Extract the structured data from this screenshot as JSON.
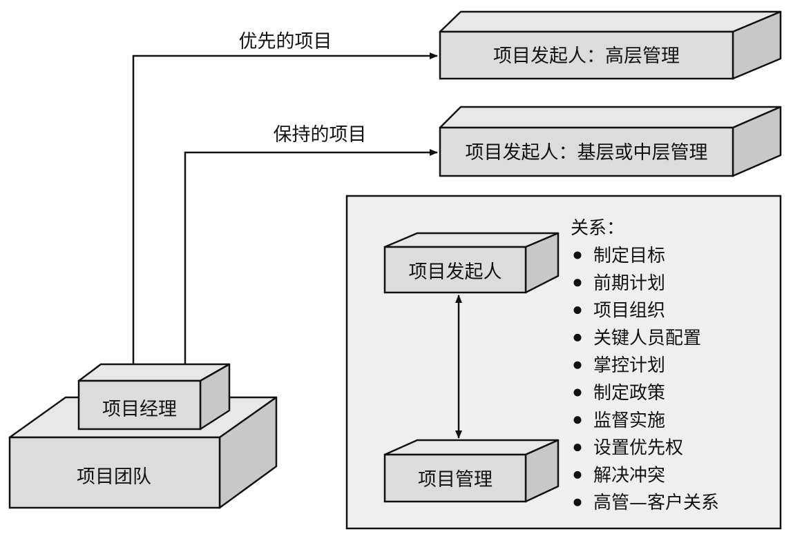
{
  "diagram": {
    "arrows": {
      "priority_label": "优先的项目",
      "maintenance_label": "保持的项目"
    },
    "boxes": {
      "sponsor_senior": "项目发起人：高层管理",
      "sponsor_middle": "项目发起人：基层或中层管理",
      "project_manager": "项目经理",
      "project_team": "项目团队",
      "sponsor": "项目发起人",
      "project_management": "项目管理"
    },
    "relationships": {
      "title": "关系：",
      "items": [
        "制定目标",
        "前期计划",
        "项目组织",
        "关键人员配置",
        "掌控计划",
        "制定政策",
        "监督实施",
        "设置优先权",
        "解决冲突",
        "高管—客户关系"
      ]
    },
    "colors": {
      "box_front": "#dcdcdc",
      "box_top": "#e8e8e8",
      "box_side": "#c8c8c8",
      "panel_bg": "#efefef",
      "line": "#111111"
    }
  }
}
